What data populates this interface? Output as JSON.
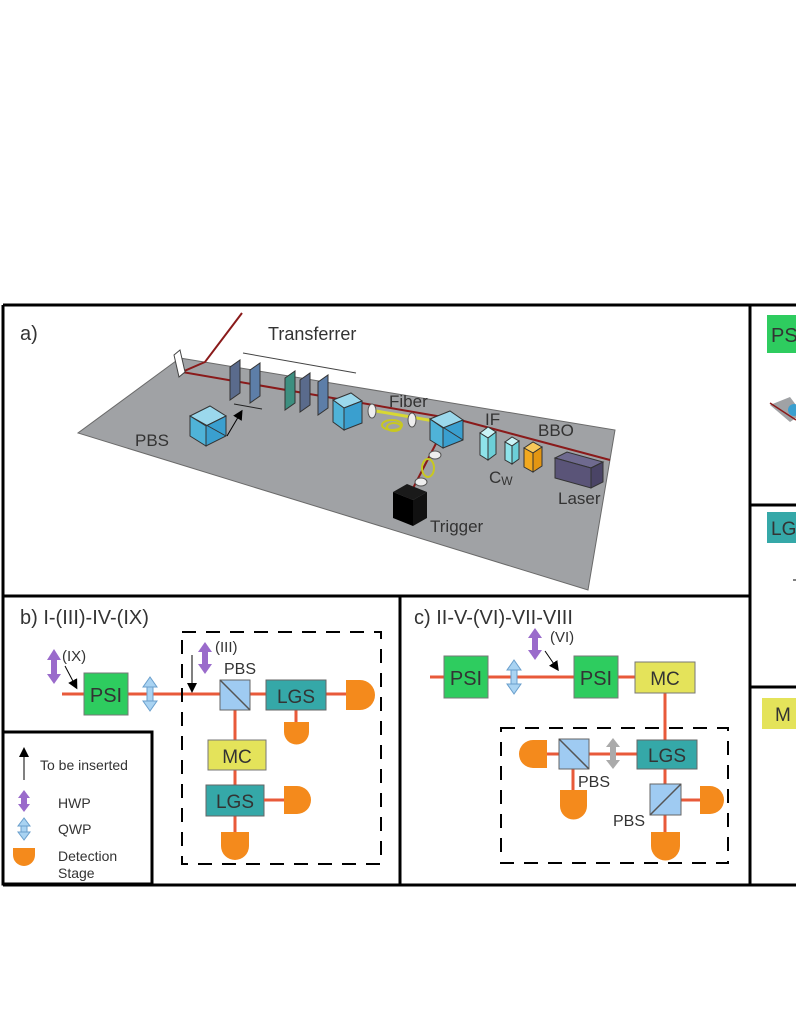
{
  "panel_a": {
    "label": "a)",
    "transferrer": "Transferrer",
    "fiber": "Fiber",
    "pbs": "PBS",
    "if_label": "IF",
    "bbo": "BBO",
    "cw_main": "C",
    "cw_sub": "W",
    "laser": "Laser",
    "trigger": "Trigger"
  },
  "panel_b": {
    "label": "b) I-(III)-IV-(IX)",
    "ix": "(IX)",
    "iii": "(III)",
    "psi": "PSI",
    "pbs": "PBS",
    "lgs_top": "LGS",
    "mc": "MC",
    "lgs_bottom": "LGS"
  },
  "legend": {
    "insert": "To be inserted",
    "hwp": "HWP",
    "qwp": "QWP",
    "detection_line1": "Detection",
    "detection_line2": "Stage"
  },
  "panel_c": {
    "label": "c) II-V-(VI)-VII-VIII",
    "vi": "(VI)",
    "psi_left": "PSI",
    "psi_right": "PSI",
    "mc": "MC",
    "lgs": "LGS",
    "pbs_left": "PBS",
    "pbs_right": "PBS"
  },
  "right_panels": {
    "top": "PS",
    "middle": "LG",
    "bottom": "M"
  },
  "colors": {
    "psi": "#2ecc5f",
    "lgs": "#35a8a8",
    "mc": "#e4e35a",
    "pbs": "#9fcbf2",
    "detector": "#f48a1c",
    "beam": "#e85a3a",
    "hwp": "#9a6bcb",
    "qwp": "#a9d3f2",
    "table": "#a0a2a5"
  }
}
